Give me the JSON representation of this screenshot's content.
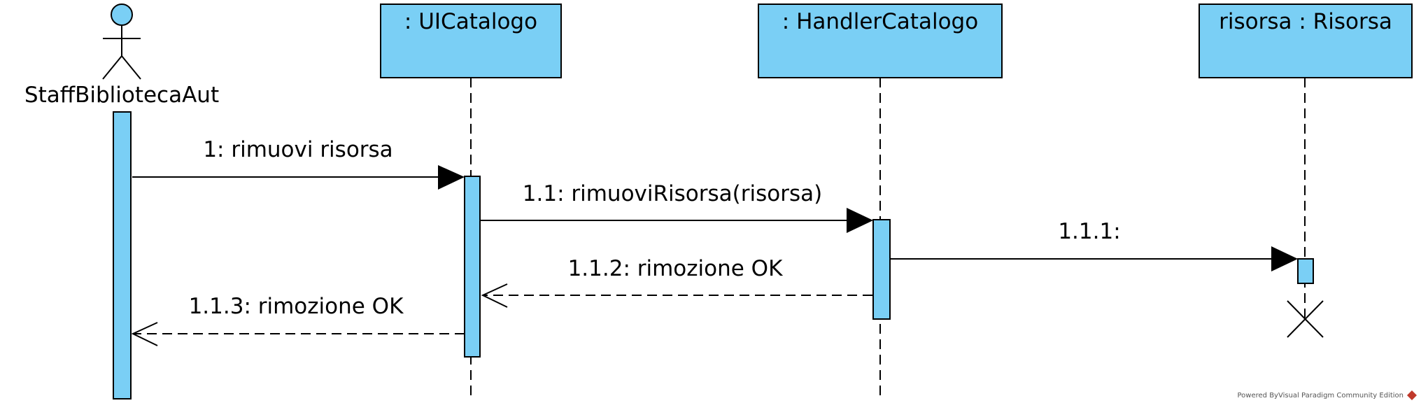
{
  "actor": {
    "name": "StaffBibliotecaAut"
  },
  "lifelines": [
    {
      "label": ": UICatalogo"
    },
    {
      "label": ": HandlerCatalogo"
    },
    {
      "label": "risorsa : Risorsa"
    }
  ],
  "messages": [
    {
      "label": "1: rimuovi risorsa",
      "kind": "synchronous"
    },
    {
      "label": "1.1: rimuoviRisorsa(risorsa)",
      "kind": "synchronous"
    },
    {
      "label": "1.1.1:",
      "kind": "synchronous"
    },
    {
      "label": "1.1.2: rimozione OK",
      "kind": "return"
    },
    {
      "label": "1.1.3: rimozione OK",
      "kind": "return"
    }
  ],
  "watermark": "Powered By⁠Visual Paradigm Community Edition",
  "colors": {
    "box_fill": "#7ACFF5",
    "stroke": "#000000",
    "logo": "#C0392B"
  }
}
